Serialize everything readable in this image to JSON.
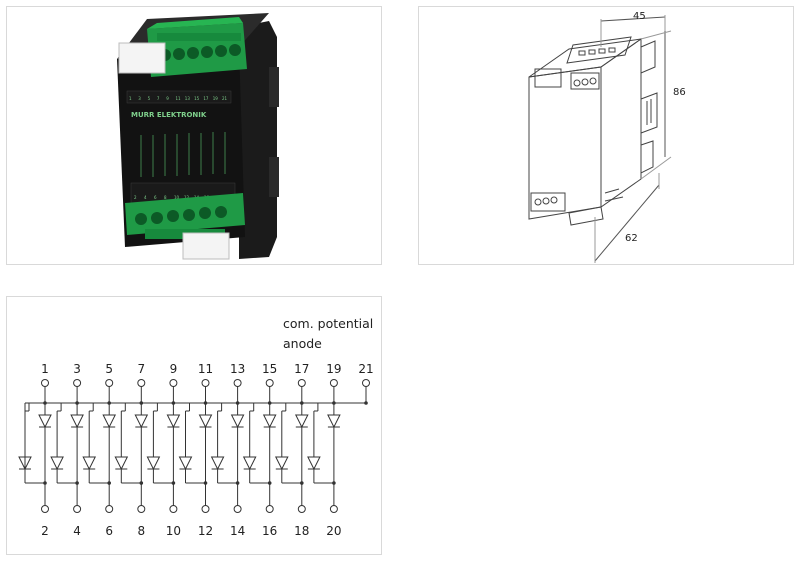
{
  "photo": {
    "brand_logo": "MURR ELEKTRONIK",
    "top_terminal_numbers": [
      "1",
      "3",
      "5",
      "7",
      "9",
      "11",
      "13",
      "15",
      "17",
      "19",
      "21"
    ],
    "bottom_terminal_numbers": [
      "2",
      "4",
      "6",
      "8",
      "10",
      "12",
      "14",
      "16",
      "18",
      "20"
    ]
  },
  "drawing": {
    "dim_width": "45",
    "dim_height": "86",
    "dim_depth": "62"
  },
  "circuit": {
    "caption_line1": "com. potential",
    "caption_line2": "anode",
    "top_pins": [
      "1",
      "3",
      "5",
      "7",
      "9",
      "11",
      "13",
      "15",
      "17",
      "19",
      "21"
    ],
    "bottom_pins": [
      "2",
      "4",
      "6",
      "8",
      "10",
      "12",
      "14",
      "16",
      "18",
      "20"
    ]
  }
}
